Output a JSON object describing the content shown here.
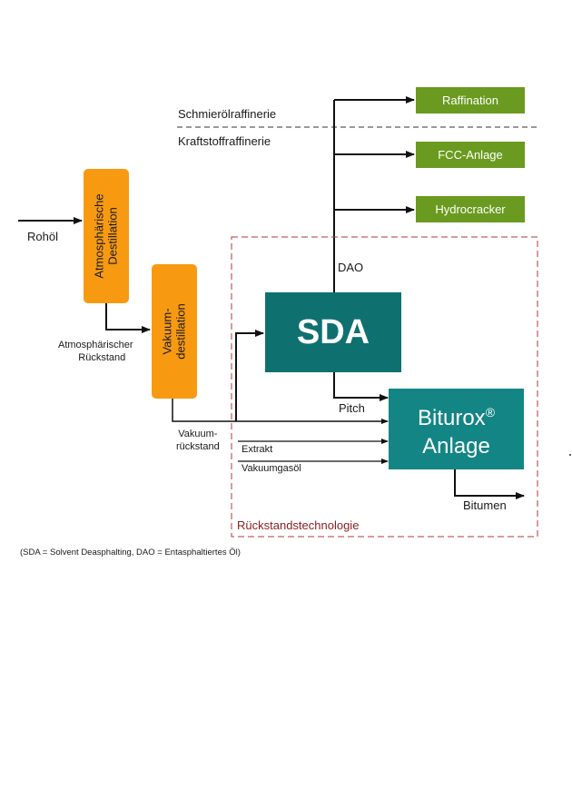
{
  "diagram": {
    "sections": {
      "upper": "Schmierölraffinerie",
      "lower": "Kraftstoffraffinerie"
    },
    "input_label": "Rohöl",
    "units": {
      "atm_dest_line1": "Atmosphärische",
      "atm_dest_line2": "Destillation",
      "vak_dest_line1": "Vakuum-",
      "vak_dest_line2": "destillation",
      "sda": "SDA",
      "biturox_line1": "Biturox",
      "biturox_reg": "®",
      "biturox_line2": "Anlage"
    },
    "products": {
      "raffination": "Raffination",
      "fcc": "FCC-Anlage",
      "hydrocracker": "Hydrocracker"
    },
    "streams": {
      "atm_residue_line1": "Atmosphärischer",
      "atm_residue_line2": "Rückstand",
      "vak_residue_line1": "Vakuum-",
      "vak_residue_line2": "rückstand",
      "dao": "DAO",
      "pitch": "Pitch",
      "extrakt": "Extrakt",
      "vakuumgasoel": "Vakuumgasöl",
      "bitumen": "Bitumen"
    },
    "region_label": "Rückstandstechnologie",
    "footnote": "(SDA = Solvent Deasphalting, DAO = Entasphaltiertes Öl)",
    "colors": {
      "orange": "#f79a12",
      "green": "#6a9a1f",
      "sda_teal": "#0f7070",
      "biturox_teal": "#148585",
      "region_border": "#b03a3a"
    }
  }
}
